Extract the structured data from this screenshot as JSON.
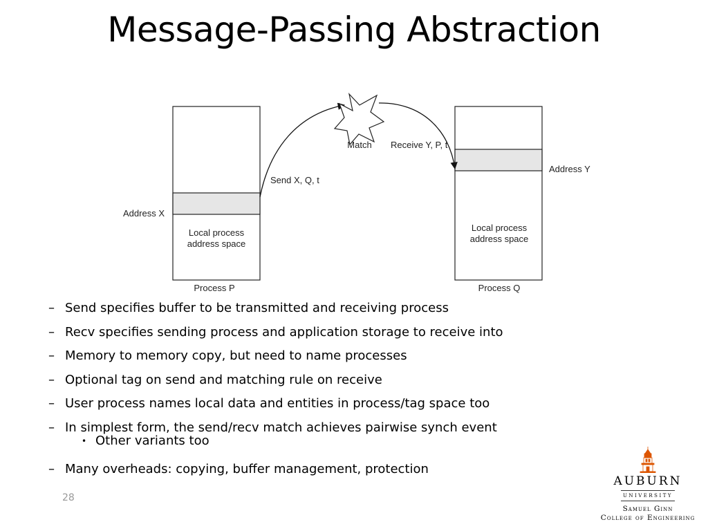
{
  "slide": {
    "title": "Message-Passing Abstraction",
    "page_number": "28"
  },
  "diagram": {
    "process_p": {
      "label": "Process P",
      "address_label": "Address X",
      "local_space_line1": "Local process",
      "local_space_line2": "address space"
    },
    "process_q": {
      "label": "Process Q",
      "address_label": "Address Y",
      "local_space_line1": "Local process",
      "local_space_line2": "address space"
    },
    "send_label": "Send X, Q, t",
    "receive_label": "Receive Y, P, t",
    "match_label": "Match"
  },
  "bullets": [
    "Send specifies buffer to be transmitted and receiving process",
    "Recv specifies sending process and application storage to receive into",
    "Memory to memory copy, but need to name processes",
    "Optional tag on send and matching rule on receive",
    "User process names local data and entities in process/tag space too",
    "In simplest form, the send/recv match achieves pairwise synch event",
    "Many overheads: copying, buffer management, protection"
  ],
  "sub_bullets": [
    "Other variants too"
  ],
  "bullet_marker": "–",
  "sub_bullet_marker": "•",
  "logo": {
    "name": "AUBURN",
    "subtitle": "UNIVERSITY",
    "line1": "Samuel Ginn",
    "line2": "College of Engineering",
    "accent_color": "#dd5500"
  },
  "colors": {
    "buffer_fill": "#e6e6e6",
    "page_number": "#999999"
  }
}
